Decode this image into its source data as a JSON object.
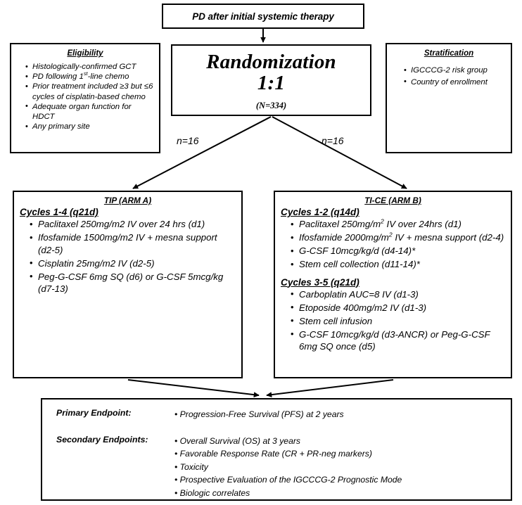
{
  "top": {
    "pd_label": "PD after initial systemic therapy"
  },
  "eligibility": {
    "title": "Eligibility",
    "items": [
      "Histologically-confirmed GCT",
      "PD following 1st-line chemo",
      "Prior treatment included ≥3 but ≤6 cycles of cisplatin-based chemo",
      "Adequate organ function for HDCT",
      "Any primary site"
    ]
  },
  "randomization": {
    "title_line1": "Randomization",
    "title_line2": "1:1",
    "sample_size": "(N=334)"
  },
  "stratification": {
    "title": "Stratification",
    "items": [
      "IGCCCG-2 risk group",
      "Country of enrollment"
    ]
  },
  "branches": {
    "left_n": "n=16",
    "right_n": "n=16"
  },
  "arm_a": {
    "title": "TIP (ARM A)",
    "cycle_heading": "Cycles 1-4 (q21d)",
    "items": [
      "Paclitaxel 250mg/m2 IV over 24 hrs (d1)",
      "Ifosfamide 1500mg/m2 IV + mesna support (d2-5)",
      "Cisplatin 25mg/m2 IV (d2-5)",
      "Peg-G-CSF 6mg SQ (d6) or G-CSF 5mcg/kg (d7-13)"
    ]
  },
  "arm_b": {
    "title": "TI-CE  (ARM B)",
    "cycle1_heading": "Cycles 1-2 (q14d)",
    "cycle1_items": [
      "Paclitaxel 250mg/m² IV over 24hrs (d1)",
      "Ifosfamide 2000mg/m² IV + mesna support (d2-4)",
      "G-CSF 10mcg/kg/d (d4-14)*",
      "Stem cell collection (d11-14)*"
    ],
    "cycle2_heading": "Cycles 3-5 (q21d)",
    "cycle2_items": [
      "Carboplatin AUC=8 IV (d1-3)",
      "Etoposide 400mg/m2 IV (d1-3)",
      "Stem cell infusion",
      "G-CSF 10mcg/kg/d (d3-ANCR) or Peg-G-CSF 6mg SQ once (d5)"
    ]
  },
  "endpoints": {
    "primary_label": "Primary Endpoint:",
    "primary_items": [
      "• Progression-Free Survival (PFS) at 2 years"
    ],
    "secondary_label": "Secondary Endpoints:",
    "secondary_items": [
      "• Overall Survival (OS) at 3 years",
      "• Favorable Response Rate (CR + PR-neg markers)",
      "• Toxicity",
      "• Prospective Evaluation of the IGCCCG-2 Prognostic Mode",
      "• Biologic correlates"
    ]
  },
  "colors": {
    "stroke": "#000000",
    "background": "#ffffff"
  }
}
